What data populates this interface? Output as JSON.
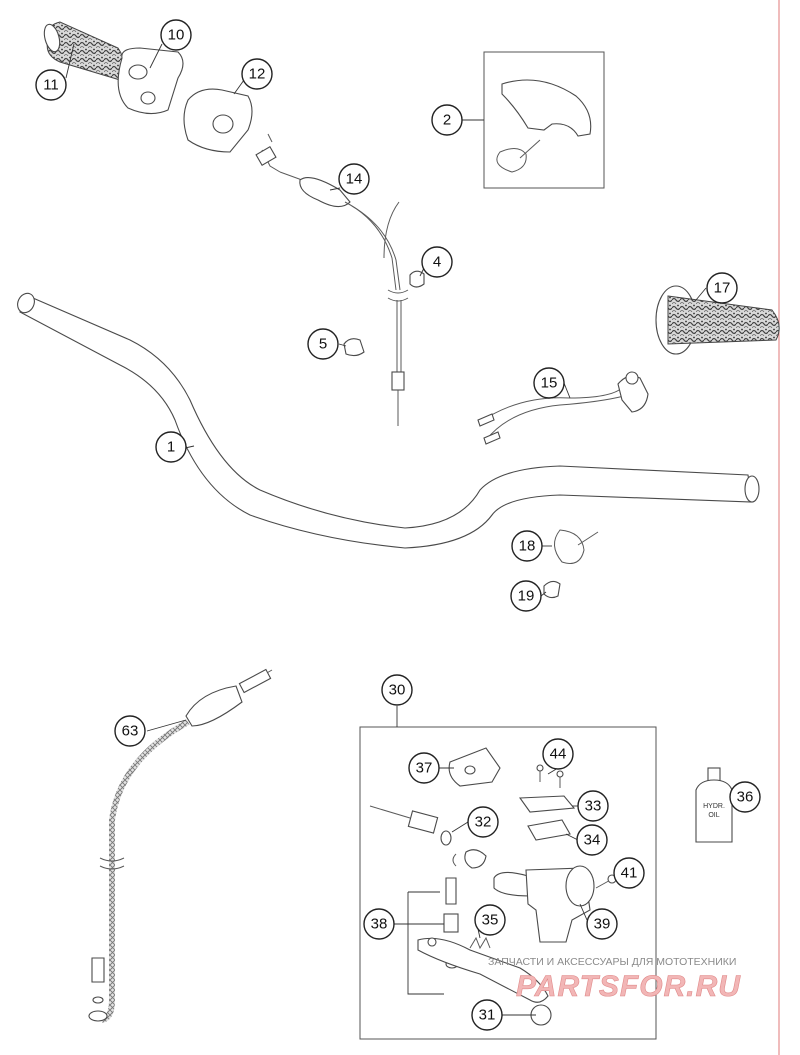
{
  "parts": [
    {
      "id": "handlebar",
      "number": "1"
    },
    {
      "id": "handguard-kit",
      "number": "2"
    },
    {
      "id": "cable-holder",
      "number": "4"
    },
    {
      "id": "cable-clip",
      "number": "5"
    },
    {
      "id": "throttle-housing",
      "number": "10"
    },
    {
      "id": "throttle-grip",
      "number": "11"
    },
    {
      "id": "throttle-cover",
      "number": "12"
    },
    {
      "id": "throttle-cable",
      "number": "14"
    },
    {
      "id": "kill-switch",
      "number": "15"
    },
    {
      "id": "left-grip",
      "number": "17"
    },
    {
      "id": "cable-tie",
      "number": "18"
    },
    {
      "id": "cable-clamp",
      "number": "19"
    },
    {
      "id": "brake-master-kit",
      "number": "30"
    },
    {
      "id": "lever",
      "number": "31"
    },
    {
      "id": "piston-kit",
      "number": "32"
    },
    {
      "id": "reservoir-cap",
      "number": "33"
    },
    {
      "id": "diaphragm",
      "number": "34"
    },
    {
      "id": "spring",
      "number": "35"
    },
    {
      "id": "hydraulic-oil",
      "number": "36"
    },
    {
      "id": "dust-boot",
      "number": "37"
    },
    {
      "id": "lever-bolt-kit",
      "number": "38"
    },
    {
      "id": "master-cylinder",
      "number": "39"
    },
    {
      "id": "clamp-screw",
      "number": "41"
    },
    {
      "id": "cap-screw",
      "number": "44"
    },
    {
      "id": "brake-line",
      "number": "63"
    }
  ],
  "oil_bottle_label": "HYDR. OIL",
  "watermark": {
    "caption": "ЗАПЧАСТИ И АКСЕССУАРЫ ДЛЯ МОТОТЕХНИКИ",
    "brand": "PARTSFOR.RU"
  },
  "colors": {
    "line": "#4a4a4a",
    "margin_line": "#e07a7a",
    "watermark_brand": "#f2b6b6"
  }
}
